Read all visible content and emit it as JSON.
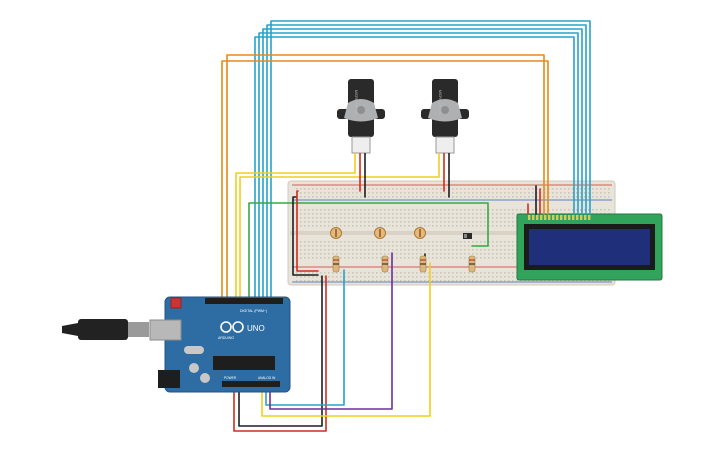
{
  "arduino": {
    "model_label": "UNO",
    "brand_label": "ARDUINO",
    "digital_label": "DIGITAL (PWM~)",
    "power_label": "POWER",
    "analog_label": "ANALOG IN"
  },
  "components": {
    "servos": 2,
    "potentiometers": 3,
    "resistors": 4,
    "slide_switches": 1,
    "lcd_columns": 16,
    "lcd_rows": 2
  },
  "colors": {
    "board": "#2e6da4",
    "breadboard": "#e8e4da",
    "wire_red": "#d42a20",
    "wire_black": "#1e1e1e",
    "wire_orange": "#e58a18",
    "wire_yellow": "#f1cf1c",
    "wire_cyan": "#25a3c9",
    "wire_green": "#39a845",
    "wire_purple": "#6c2ea0",
    "lcd_screen": "#1f2f7a",
    "lcd_frame": "#31a35b"
  }
}
